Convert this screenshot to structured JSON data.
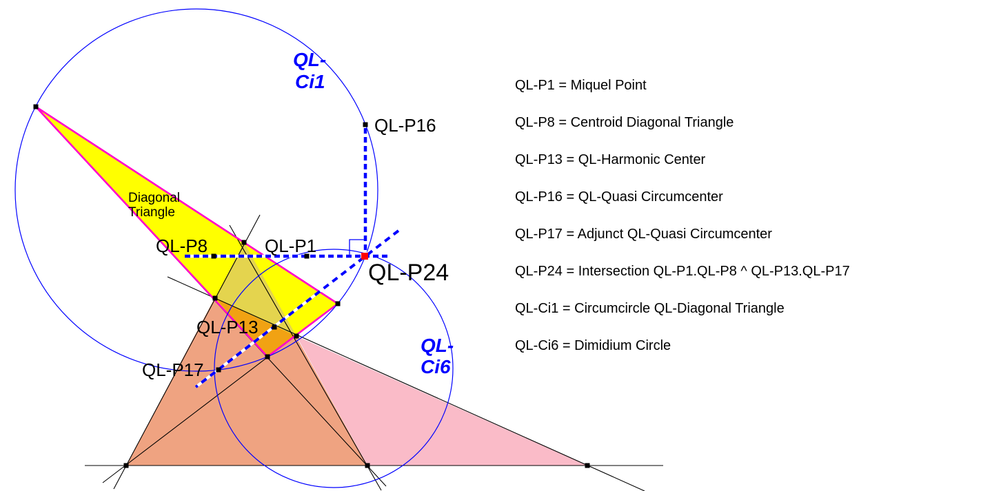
{
  "figure": {
    "colors": {
      "background": "#FFFFFF",
      "circle_stroke": "#0000FF",
      "black_line": "#000000",
      "diagonal_triangle_fill": "#FFFF00",
      "diagonal_triangle_border": "#FF00CC",
      "component_triangle_fill": "#EFA381",
      "pink_triangle_fill": "#FABBC8",
      "overlap_mid_fill": "#E4D44E",
      "overlap_deep_fill": "#F1A213",
      "dashed_line": "#0000FF",
      "point_fill": "#000000",
      "p24_point_fill": "#FF0000",
      "label_text": "#000000",
      "circle_label_text": "#0000FF"
    },
    "point_labels": {
      "p1": "QL-P1",
      "p8": "QL-P8",
      "p13": "QL-P13",
      "p16": "QL-P16",
      "p17": "QL-P17",
      "p24": "QL-P24"
    },
    "circle_labels": {
      "ci1_line1": "QL-",
      "ci1_line2": "Ci1",
      "ci6_line1": "QL-",
      "ci6_line2": "Ci6"
    },
    "region_labels": {
      "diagonal_triangle_line1": "Diagonal",
      "diagonal_triangle_line2": "Triangle"
    }
  },
  "legend": {
    "items": [
      "QL-P1 = Miquel Point",
      "QL-P8 = Centroid Diagonal Triangle",
      "QL-P13 = QL-Harmonic Center",
      "QL-P16 = QL-Quasi Circumcenter",
      "QL-P17 = Adjunct QL-Quasi Circumcenter",
      "QL-P24 =  Intersection QL-P1.QL-P8 ^ QL-P13.QL-P17",
      "QL-Ci1 = Circumcircle QL-Diagonal Triangle",
      "QL-Ci6 = Dimidium Circle"
    ]
  }
}
